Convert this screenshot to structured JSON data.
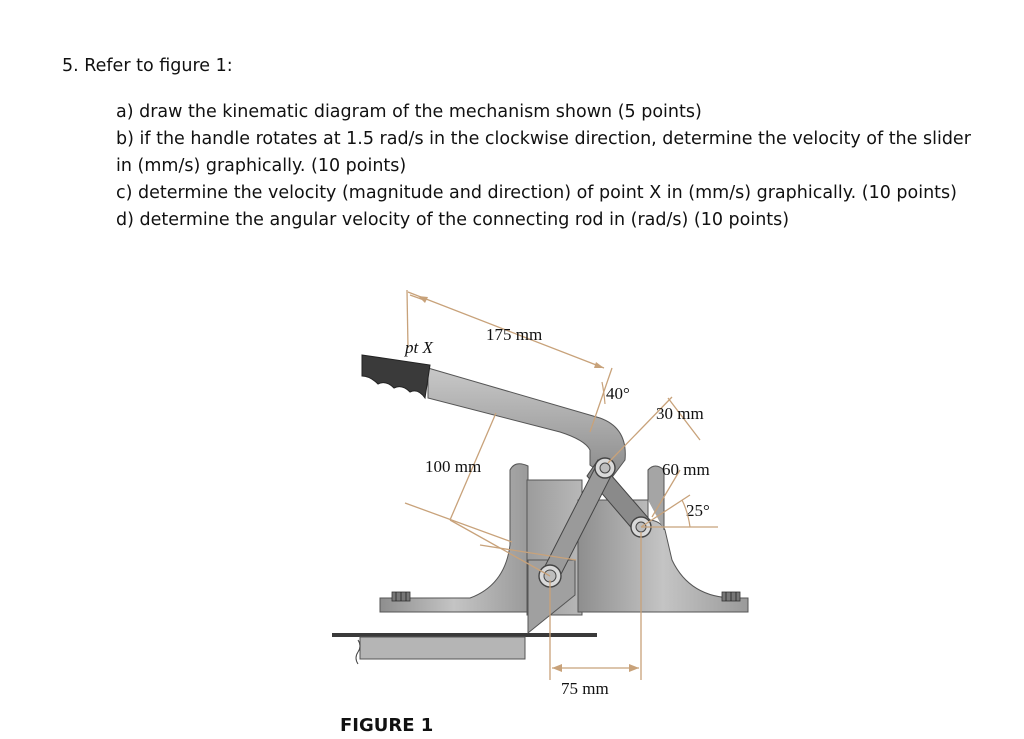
{
  "question": {
    "heading": "5. Refer to figure 1:",
    "parts": [
      "a) draw the kinematic diagram of the mechanism shown (5 points)",
      "b) if the handle rotates at 1.5 rad/s in the clockwise direction, determine the velocity of the slider in (mm/s) graphically. (10 points)",
      "c) determine the velocity (magnitude and direction) of point X in (mm/s) graphically. (10 points)",
      "d) determine the angular velocity of the connecting rod in (rad/s) (10 points)"
    ]
  },
  "figure": {
    "caption": "FIGURE 1",
    "labels": {
      "point_x": "pt X",
      "dim_175": "175 mm",
      "dim_100": "100 mm",
      "dim_30": "30 mm",
      "dim_60": "60 mm",
      "dim_75": "75 mm",
      "angle_40": "40°",
      "angle_25": "25°"
    }
  }
}
